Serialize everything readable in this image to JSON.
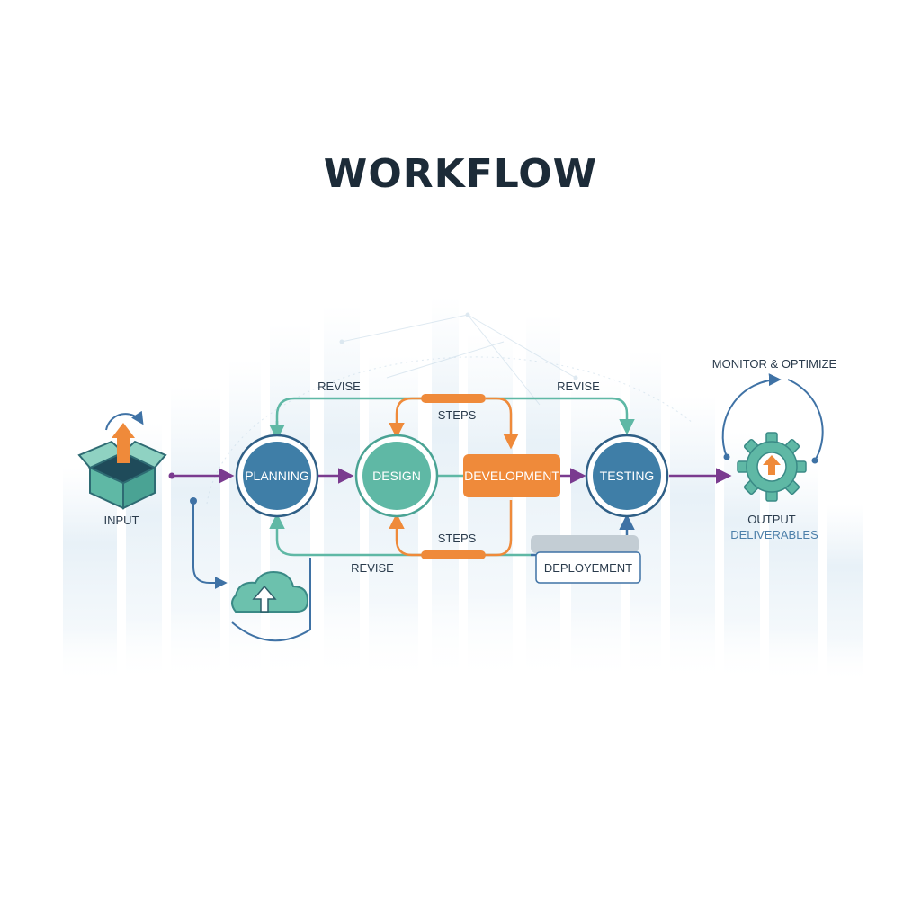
{
  "title": "WORKFLOW",
  "colors": {
    "teal": "#5fb8a5",
    "blue": "#3f7ea7",
    "orange": "#ef8a3a",
    "purple": "#7a3b8f",
    "dark": "#1c2b38",
    "line_blue": "#3f72a5"
  },
  "input": {
    "label": "INPUT",
    "icon": "open-box-upload-icon"
  },
  "cloud": {
    "icon": "cloud-upload-icon"
  },
  "nodes": {
    "planning": "PLANNING",
    "design": "DESIGN",
    "development": "DEVELOPMENT",
    "testing": "TESTING"
  },
  "loops": {
    "revise_top": "REVISE",
    "revise_top_right": "REVISE",
    "steps_top": "STEPS",
    "steps_bottom": "STEPS",
    "revise_bottom": "REVISE"
  },
  "deployment": {
    "label": "DEPLOYEMENT"
  },
  "monitor": {
    "label": "MONITOR & OPTIMIZE"
  },
  "output": {
    "label": "OUTPUT",
    "sublabel": "DELIVERABLES",
    "icon": "gear-upload-icon"
  }
}
